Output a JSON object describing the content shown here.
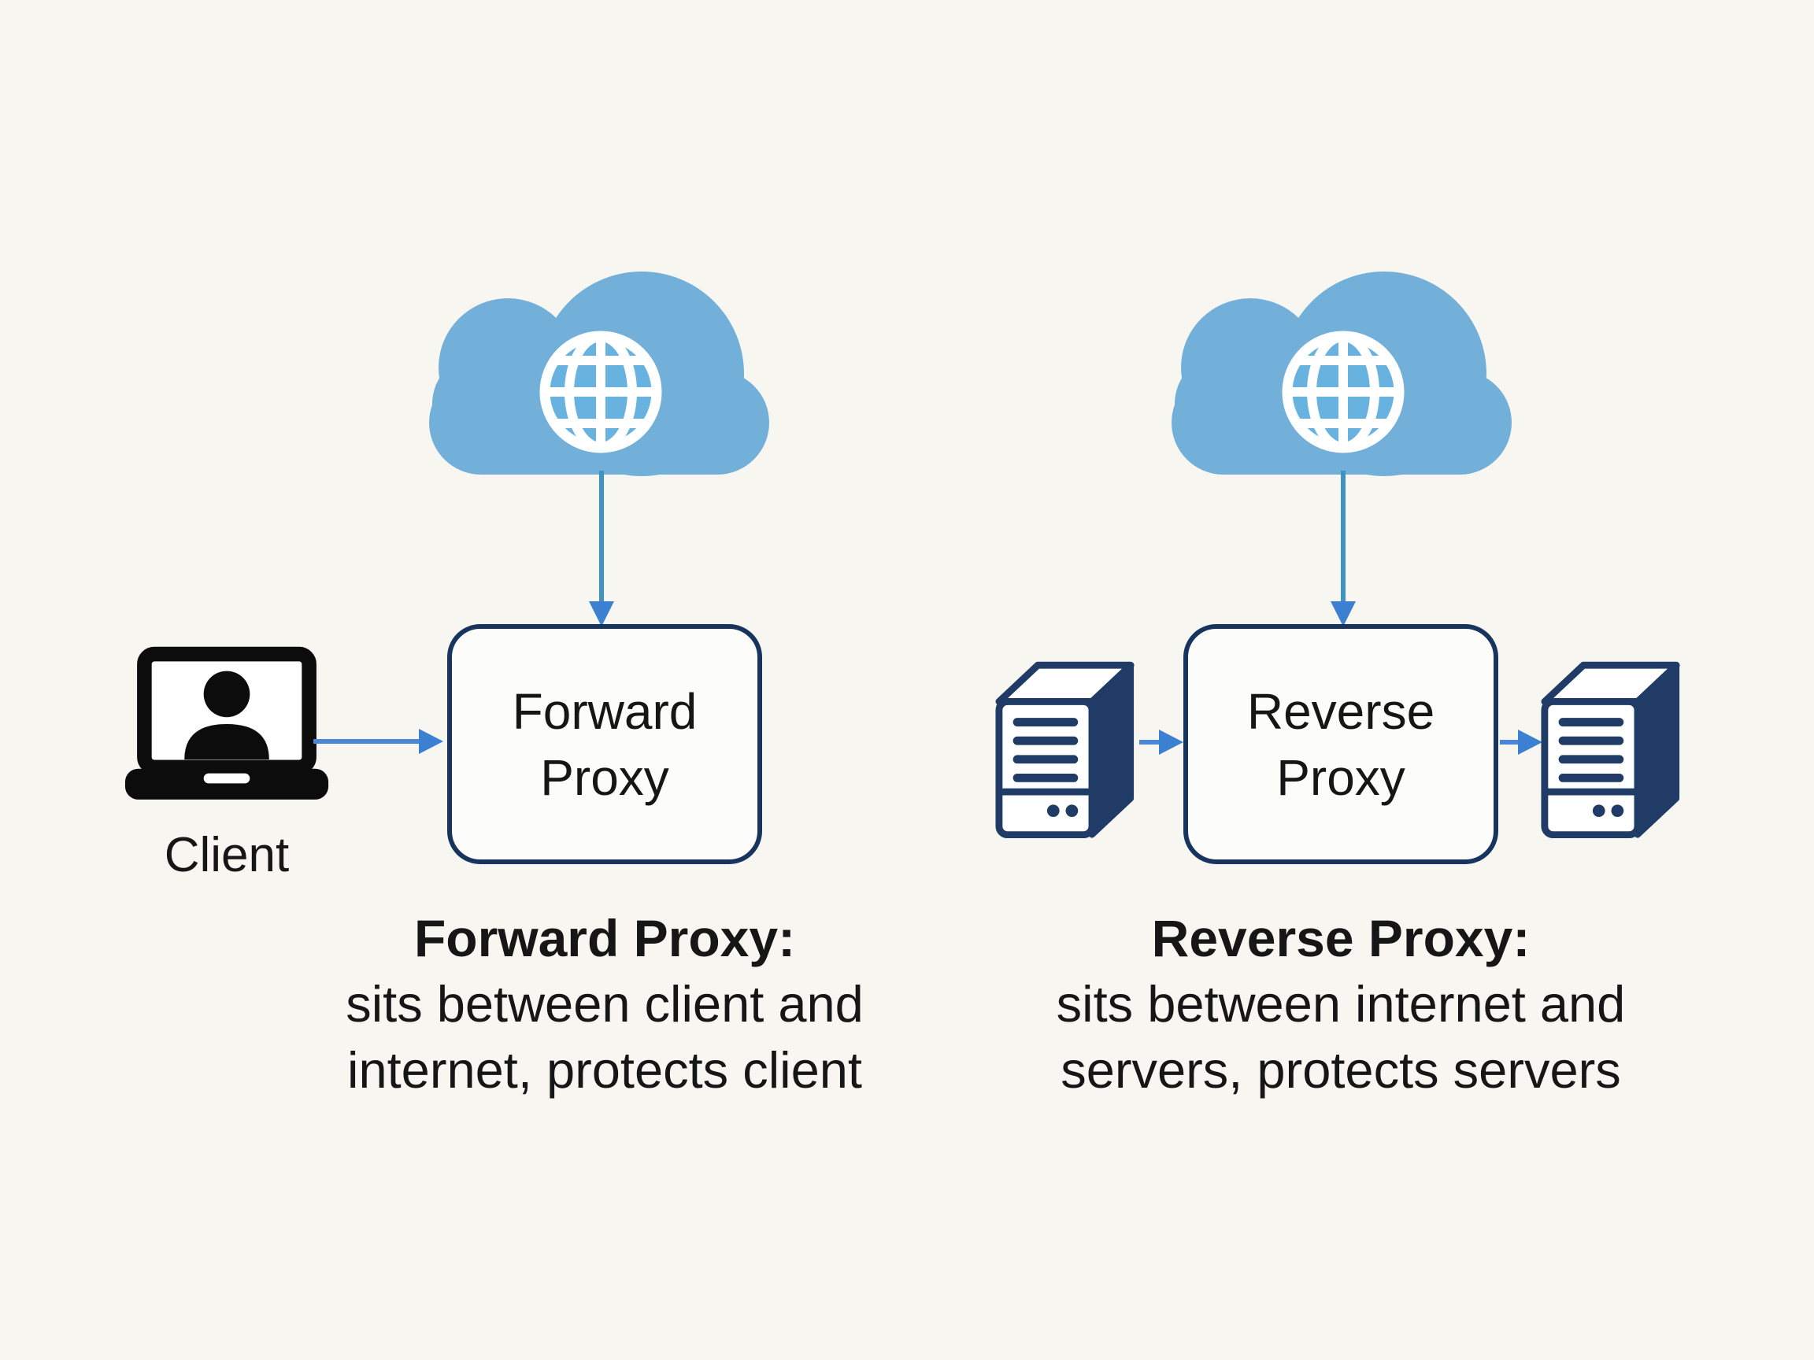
{
  "colors": {
    "background": "#f7f6f1",
    "cloud_blue": "#72b0da",
    "globe_face": "#68b2e0",
    "globe_line": "#ffffff",
    "arrow_stem": "#3f93c4",
    "arrow_blue": "#3c80d2",
    "horizontal_arrow": "#4a87d9",
    "box_border": "#17345f",
    "box_fill": "#fcfcfa",
    "server_navy": "#203c66",
    "laptop_black": "#0c0c0c",
    "text_color": "#161616"
  },
  "left_panel": {
    "client_label": "Client",
    "box": {
      "line1": "Forward",
      "line2": "Proxy"
    },
    "caption": {
      "title": "Forward Proxy:",
      "line1": "sits between client and",
      "line2": "internet, protects client"
    }
  },
  "right_panel": {
    "box": {
      "line1": "Reverse",
      "line2": "Proxy"
    },
    "caption": {
      "title": "Reverse Proxy:",
      "line1": "sits between internet and",
      "line2": "servers, protects servers"
    }
  }
}
